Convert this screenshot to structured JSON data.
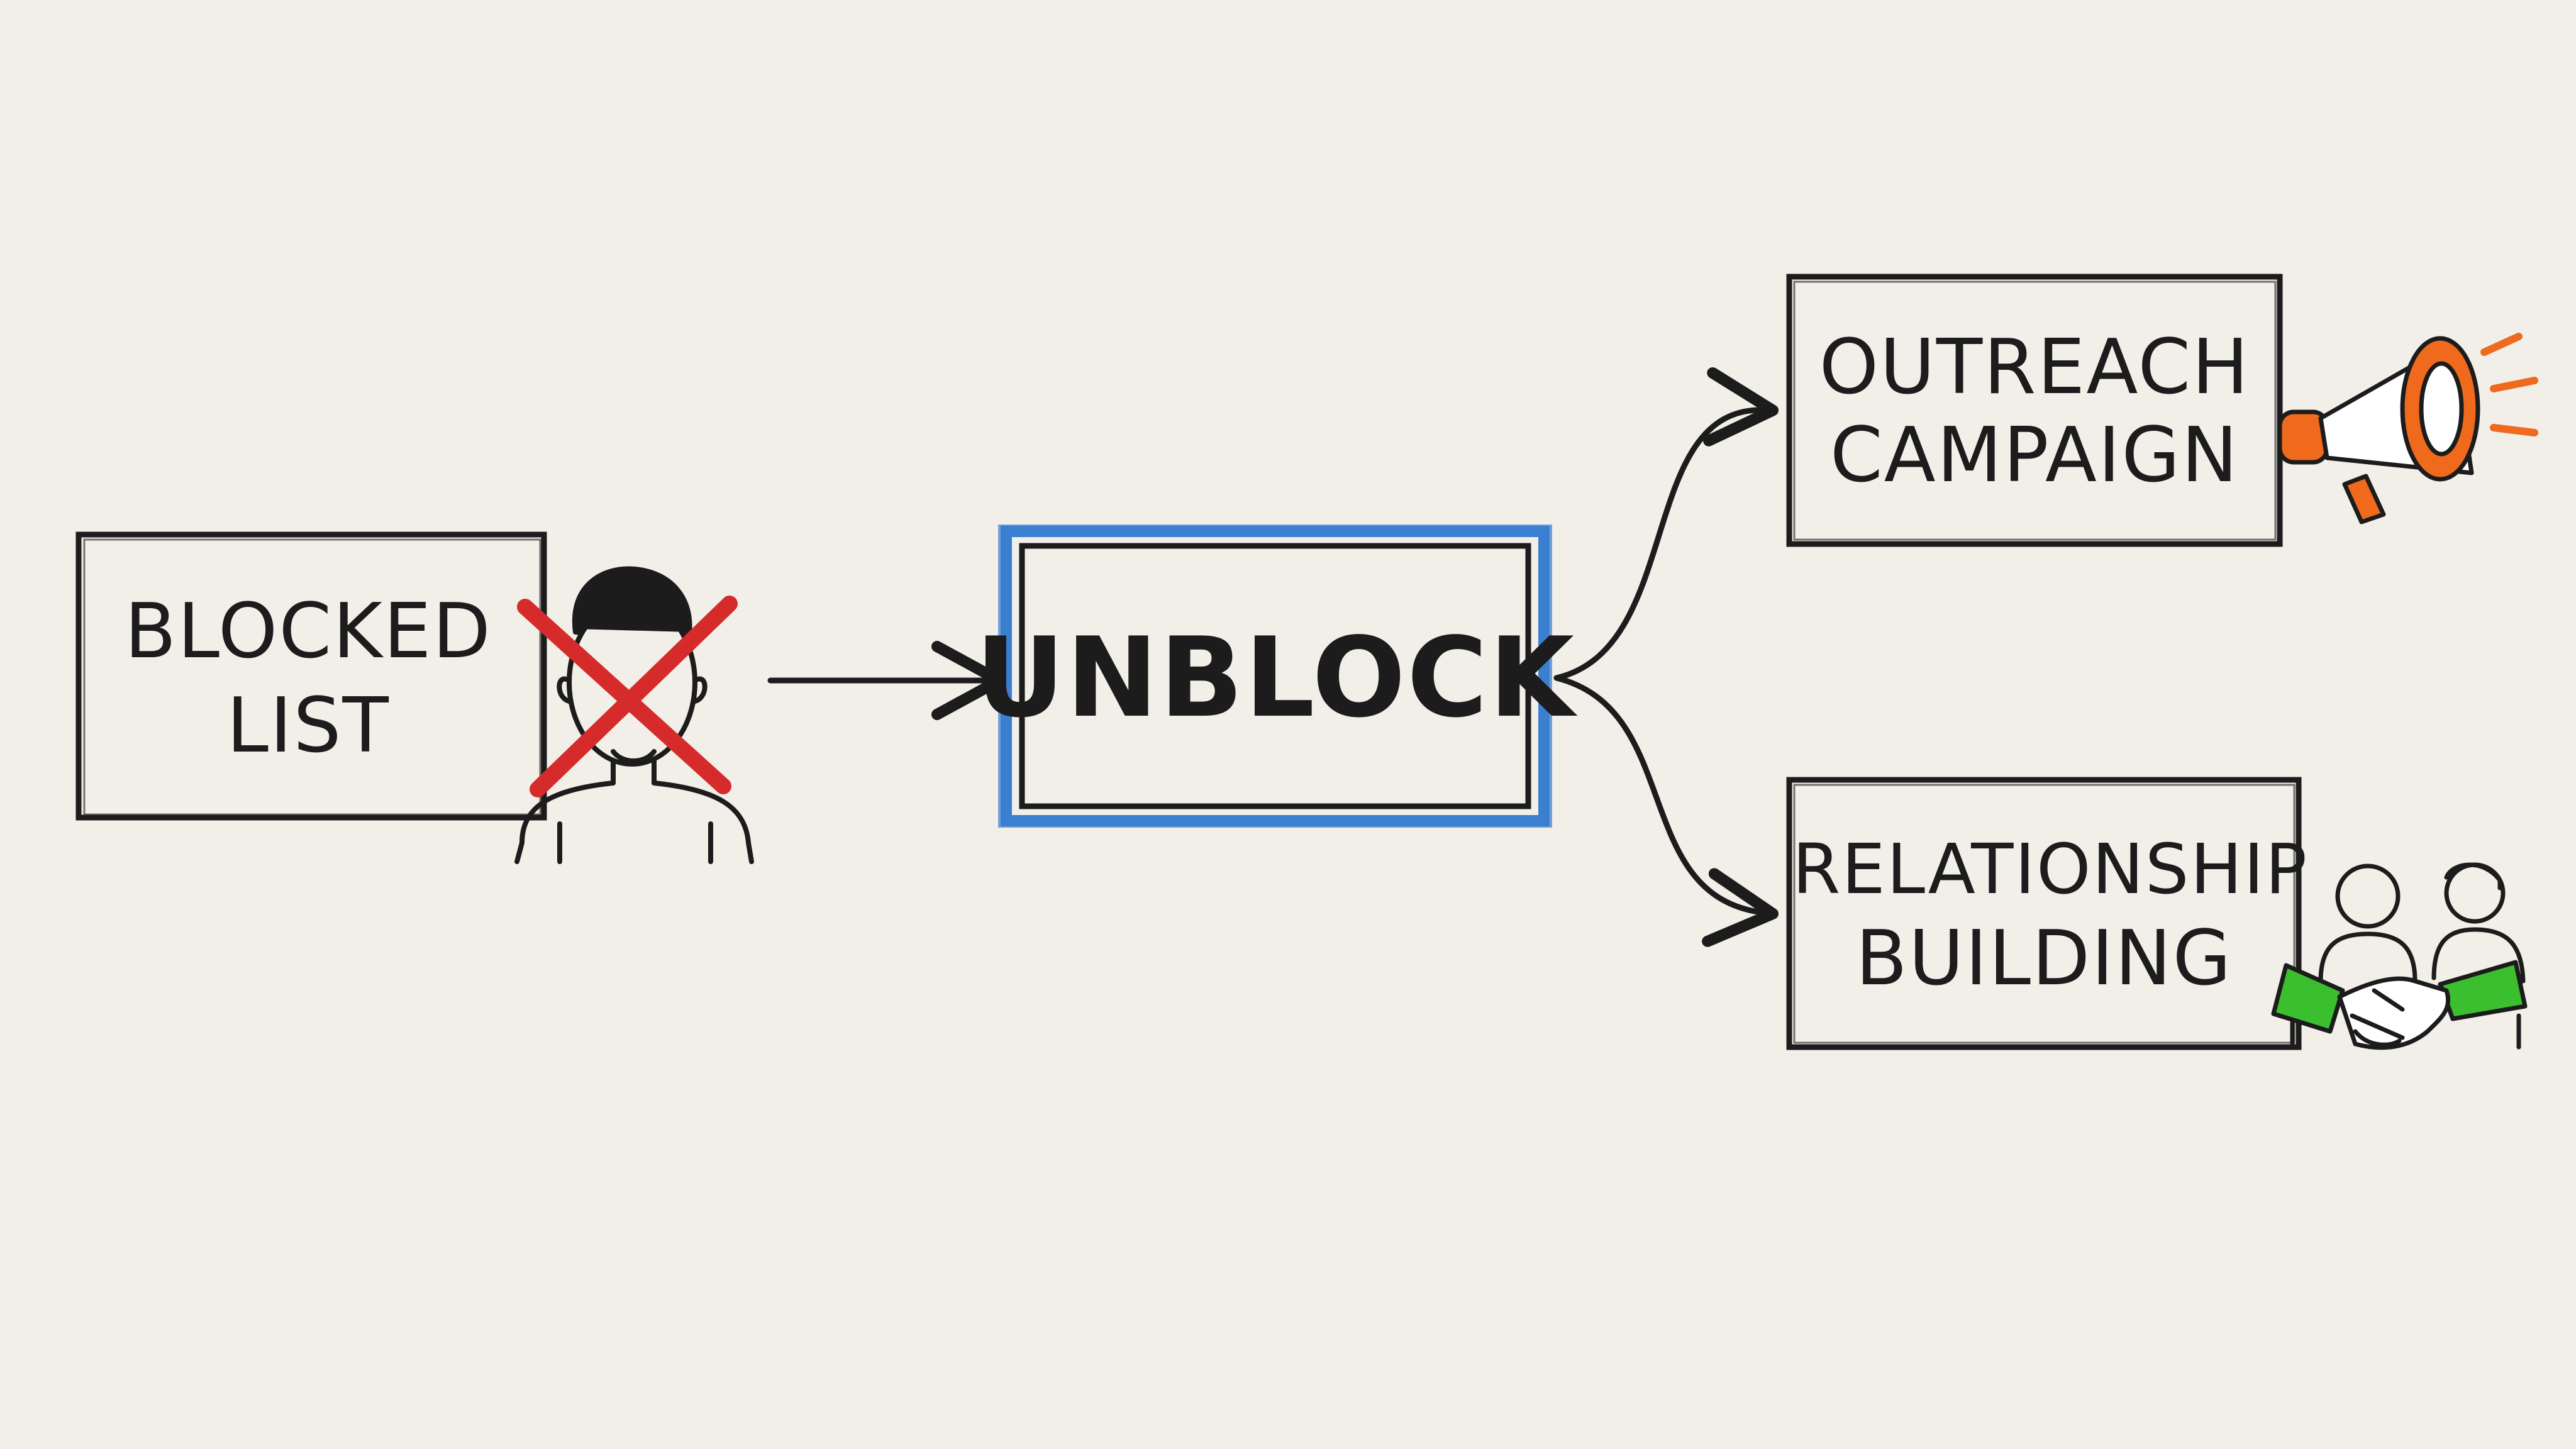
{
  "diagram": {
    "blocked_list": {
      "line1": "BLOCKED",
      "line2": "LIST"
    },
    "unblock": {
      "label": "UNBLOCK"
    },
    "outreach": {
      "line1": "OUTREACH",
      "line2": "CAMPAIGN"
    },
    "relationship": {
      "line1": "RELATIONSHIP",
      "line2": "BUILDING"
    },
    "icons": {
      "blocked_person": "crossed-out-person-icon",
      "megaphone": "megaphone-icon",
      "handshake": "handshake-people-icon"
    }
  },
  "colors": {
    "background": "#f2efe9",
    "ink": "#1c1c1c",
    "unblock_border": "#3a7fd0",
    "cross": "#d62b2b",
    "megaphone": "#ef6a1c",
    "handshake": "#3cbf2f"
  }
}
